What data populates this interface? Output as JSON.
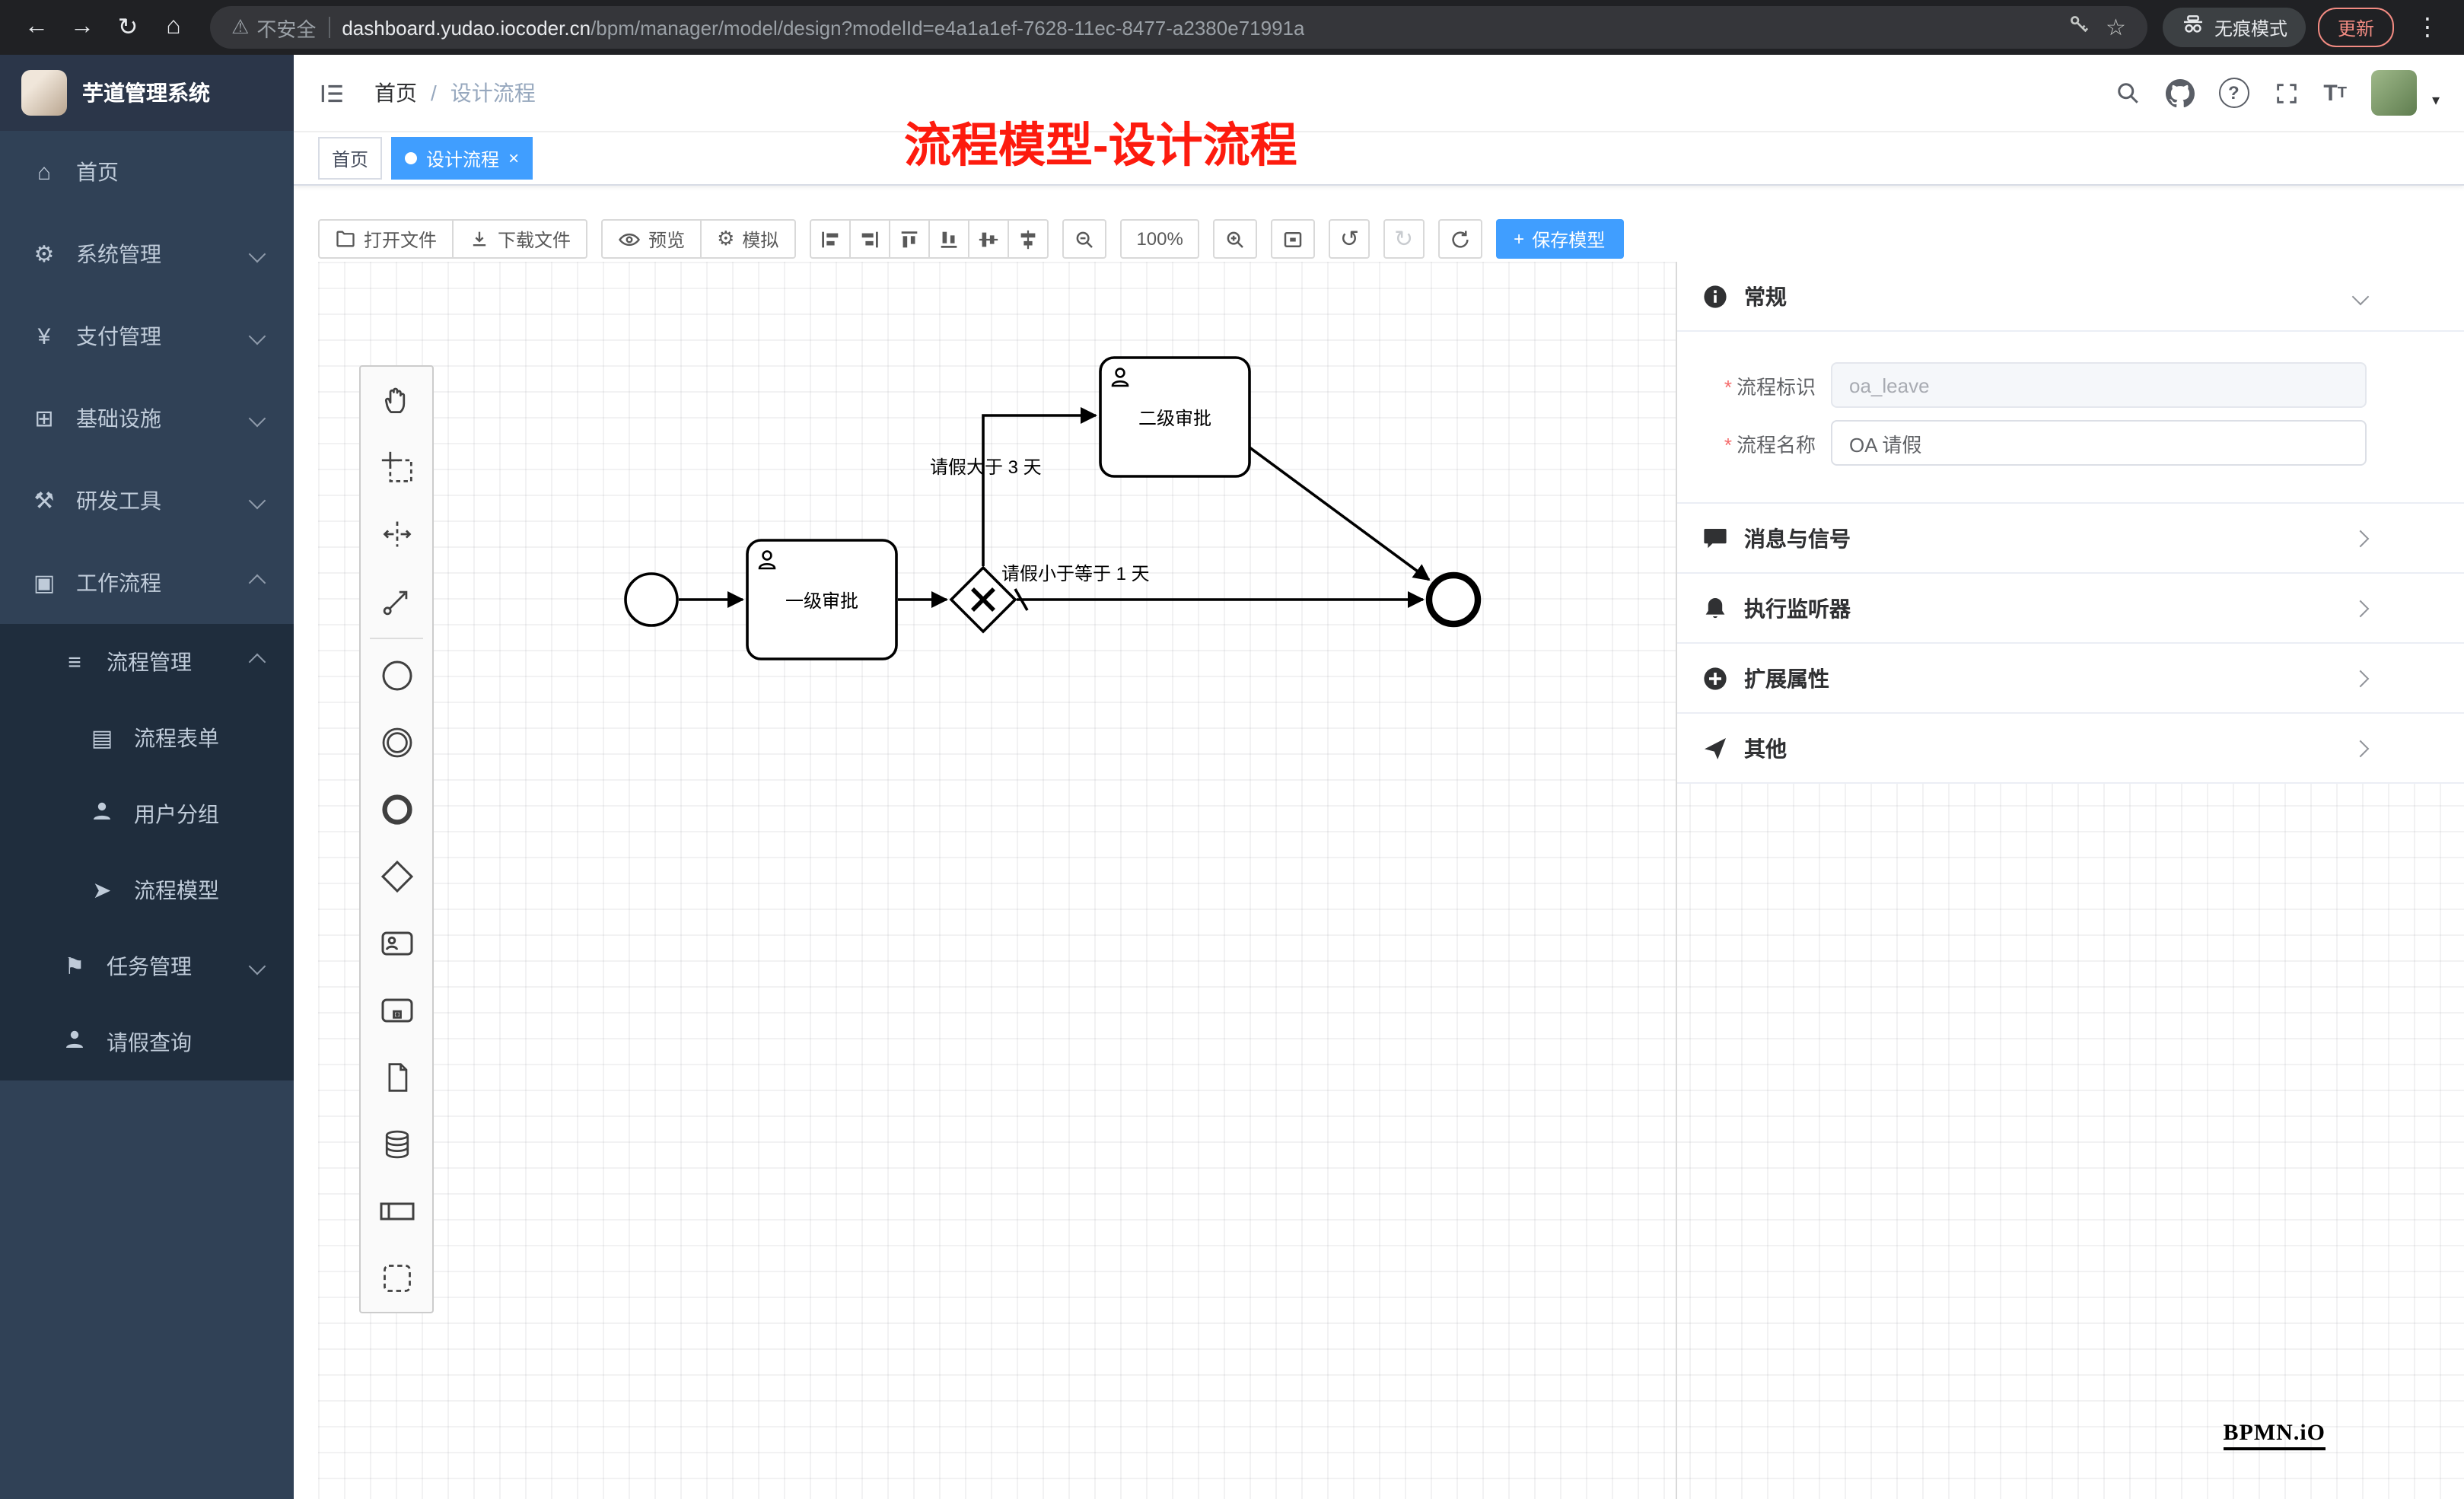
{
  "browser": {
    "not_secure": "不安全",
    "url_host": "dashboard.yudao.iocoder.cn",
    "url_path": "/bpm/manager/model/design?modelId=e4a1a1ef-7628-11ec-8477-a2380e71991a",
    "incognito": "无痕模式",
    "update": "更新"
  },
  "sidebar": {
    "title": "芋道管理系统",
    "items": [
      {
        "label": "首页"
      },
      {
        "label": "系统管理"
      },
      {
        "label": "支付管理"
      },
      {
        "label": "基础设施"
      },
      {
        "label": "研发工具"
      },
      {
        "label": "工作流程"
      }
    ],
    "workflow_children": [
      {
        "label": "流程管理",
        "children": [
          {
            "label": "流程表单"
          },
          {
            "label": "用户分组"
          },
          {
            "label": "流程模型"
          }
        ]
      },
      {
        "label": "任务管理"
      },
      {
        "label": "请假查询"
      }
    ]
  },
  "header": {
    "breadcrumb": [
      "首页",
      "设计流程"
    ],
    "separator": "/"
  },
  "tags": [
    {
      "label": "首页"
    },
    {
      "label": "设计流程"
    }
  ],
  "annotation": {
    "text": "流程模型-设计流程"
  },
  "toolbar": {
    "open_file": "打开文件",
    "download_file": "下载文件",
    "preview": "预览",
    "simulate": "模拟",
    "zoom_level": "100%",
    "save_model": "保存模型"
  },
  "diagram": {
    "nodes": [
      {
        "id": "start",
        "type": "startEvent"
      },
      {
        "id": "task1",
        "type": "userTask",
        "label": "一级审批"
      },
      {
        "id": "gateway",
        "type": "exclusiveGateway"
      },
      {
        "id": "task2",
        "type": "userTask",
        "label": "二级审批"
      },
      {
        "id": "end",
        "type": "endEvent"
      }
    ],
    "flows": [
      {
        "from": "start",
        "to": "task1"
      },
      {
        "from": "task1",
        "to": "gateway"
      },
      {
        "from": "gateway",
        "to": "task2",
        "label": "请假大于 3 天"
      },
      {
        "from": "gateway",
        "to": "end",
        "label": "请假小于等于 1 天",
        "default": true
      },
      {
        "from": "task2",
        "to": "end"
      }
    ],
    "watermark": "BPMN.iO"
  },
  "panel": {
    "sections": [
      {
        "title": "常规"
      },
      {
        "title": "消息与信号"
      },
      {
        "title": "执行监听器"
      },
      {
        "title": "扩展属性"
      },
      {
        "title": "其他"
      }
    ],
    "required_mark": "*",
    "fields": {
      "process_key": {
        "label": "流程标识",
        "value": "oa_leave"
      },
      "process_name": {
        "label": "流程名称",
        "value": "OA 请假"
      }
    }
  }
}
